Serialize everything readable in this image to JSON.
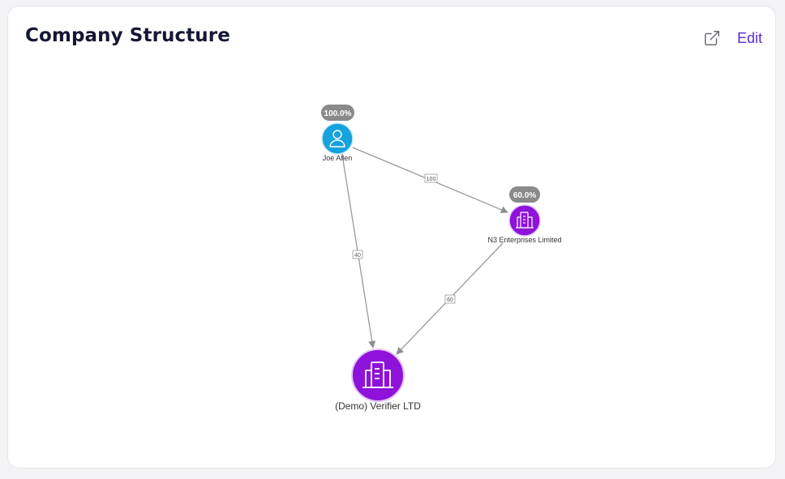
{
  "header": {
    "title": "Company Structure",
    "external_link_icon": "external-link-icon",
    "edit_label": "Edit"
  },
  "colors": {
    "person": "#16a2dc",
    "company": "#8e12d9",
    "badge": "#8a8a8a",
    "edge": "#9a9a9a",
    "accent": "#5b2bd6"
  },
  "nodes": [
    {
      "id": "joe",
      "label": "Joe Allen",
      "kind": "person",
      "icon": "person-icon",
      "percentage": "100.0%"
    },
    {
      "id": "n3",
      "label": "N3 Enterprises Limited",
      "kind": "company",
      "icon": "building-icon",
      "percentage": "60.0%"
    },
    {
      "id": "demo",
      "label": "(Demo) Verifier LTD",
      "kind": "company",
      "icon": "building-icon",
      "percentage": ""
    }
  ],
  "edges": [
    {
      "from": "joe",
      "to": "n3",
      "label": "100"
    },
    {
      "from": "joe",
      "to": "demo",
      "label": "40"
    },
    {
      "from": "n3",
      "to": "demo",
      "label": "60"
    }
  ]
}
